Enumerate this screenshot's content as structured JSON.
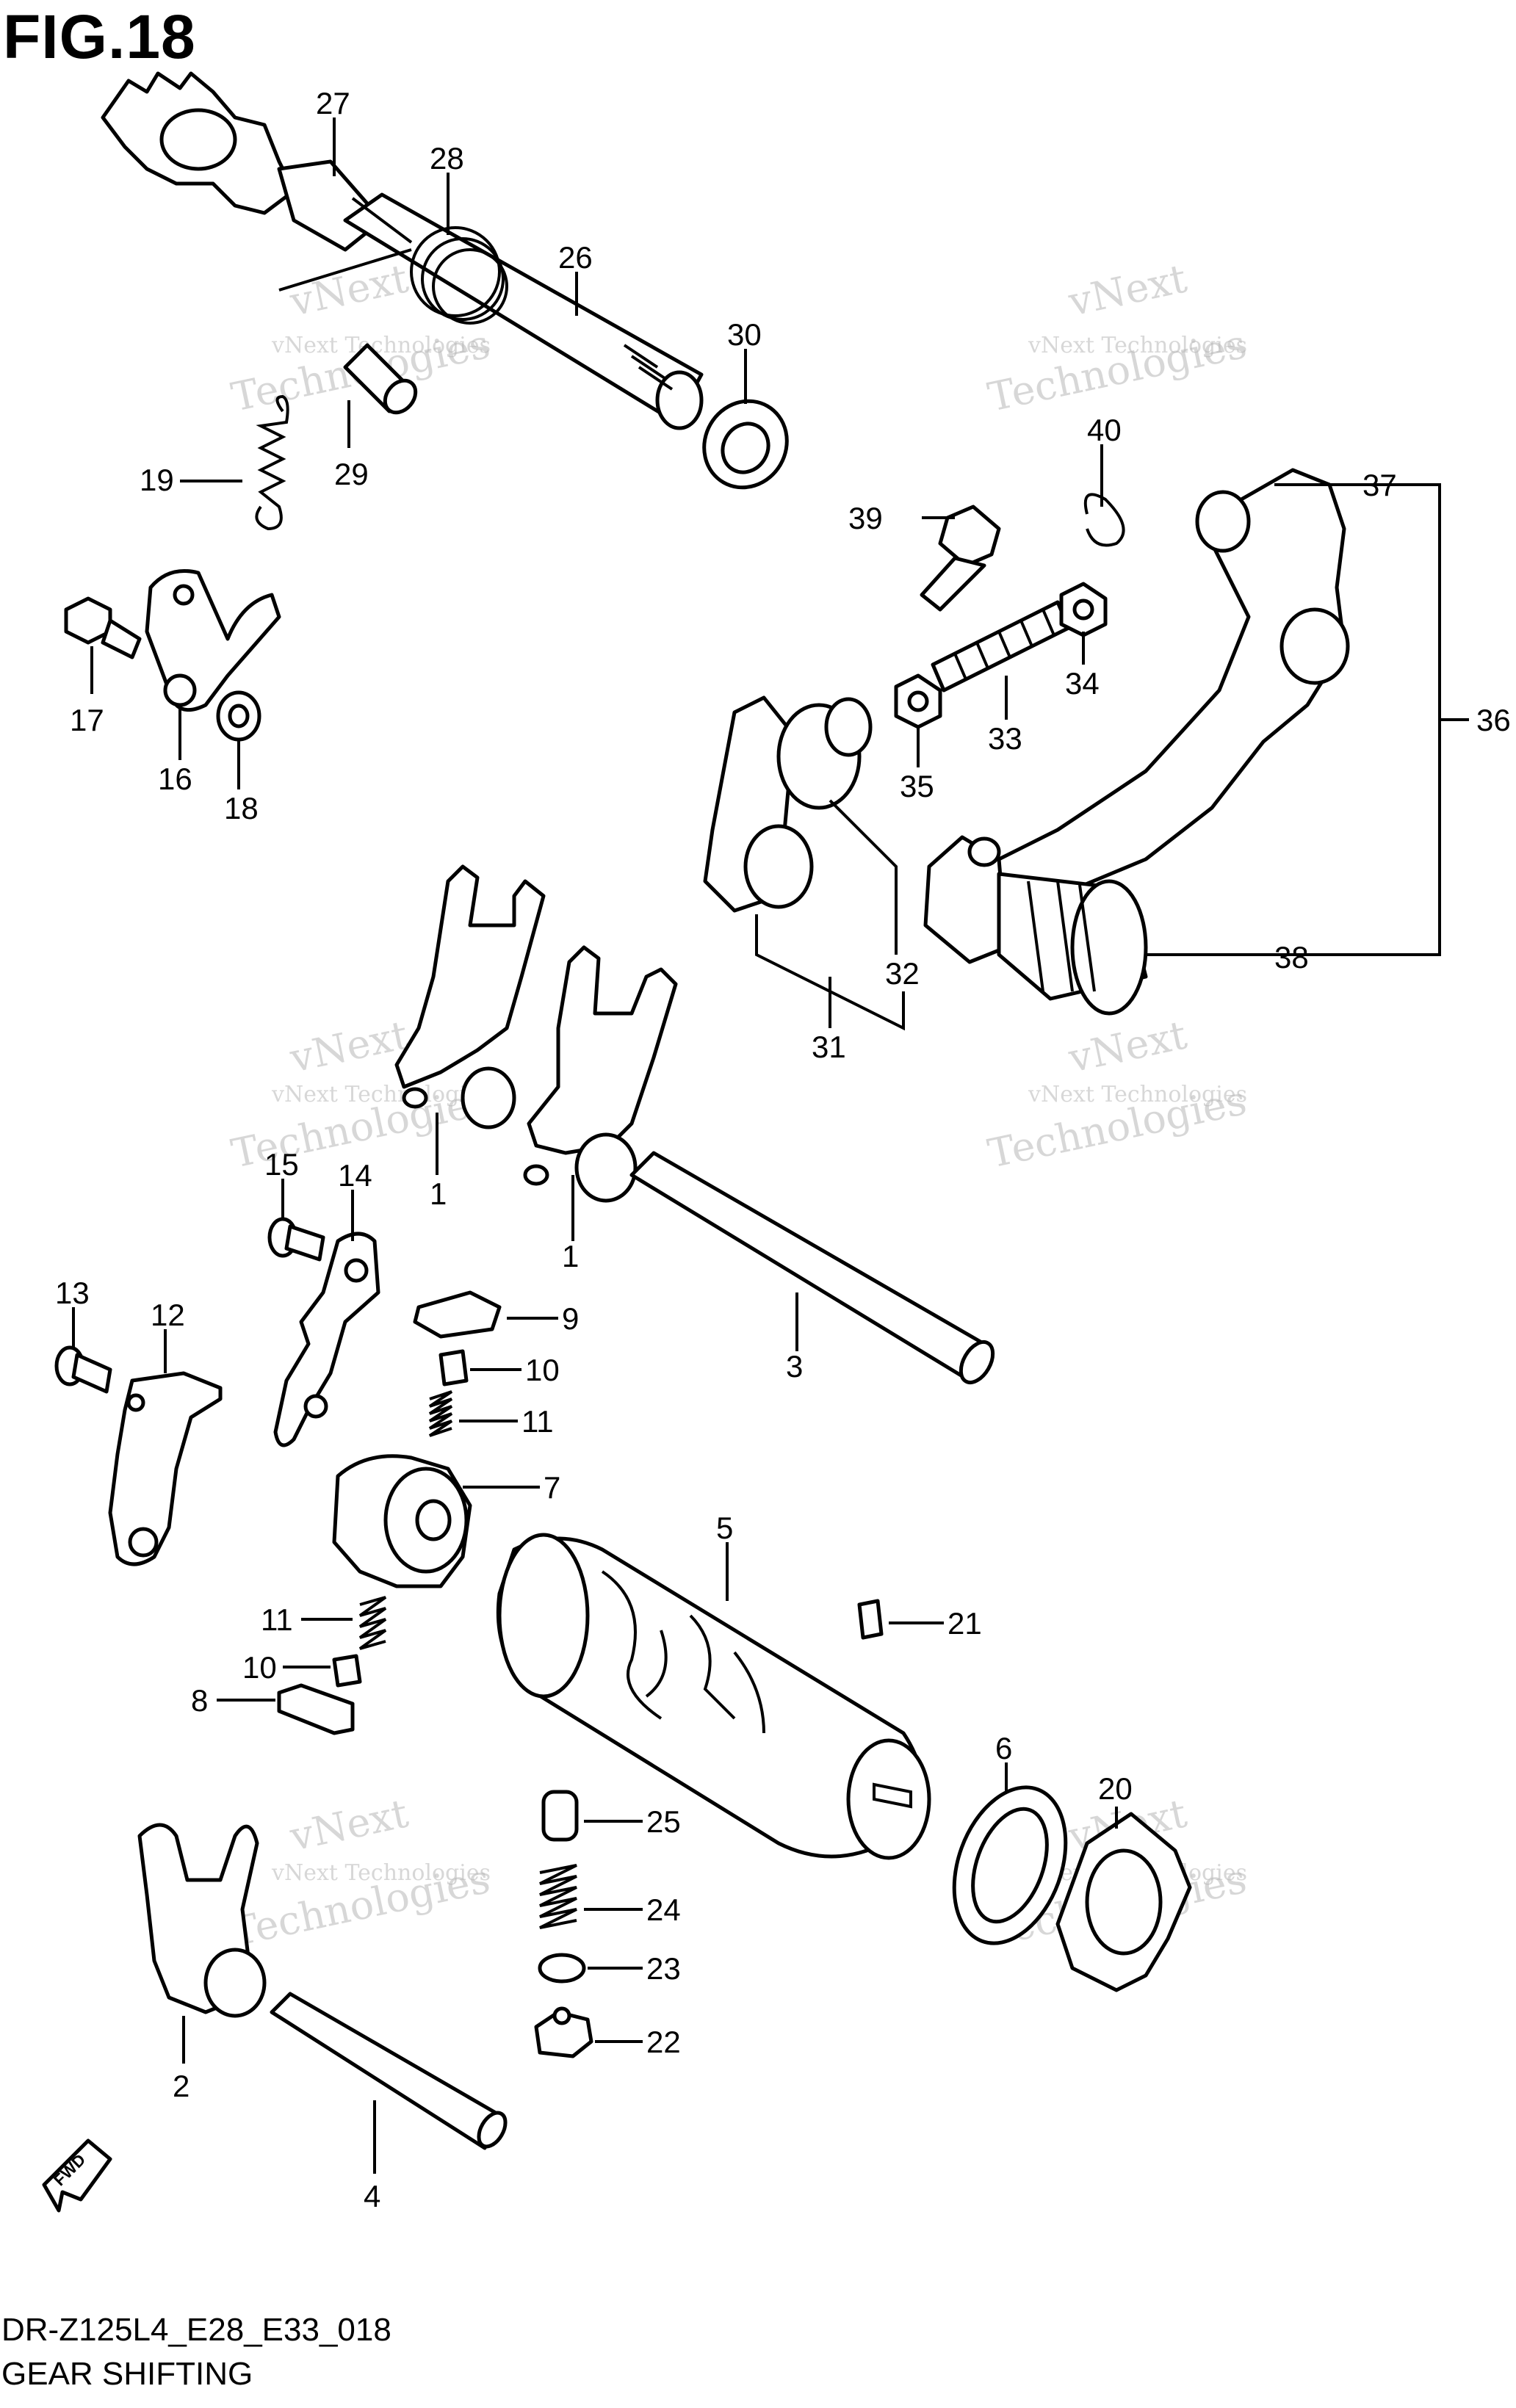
{
  "figure": {
    "title": "FIG.18"
  },
  "callouts": [
    {
      "id": "1a",
      "label": "1"
    },
    {
      "id": "1b",
      "label": "1"
    },
    {
      "id": "2",
      "label": "2"
    },
    {
      "id": "3",
      "label": "3"
    },
    {
      "id": "4",
      "label": "4"
    },
    {
      "id": "5",
      "label": "5"
    },
    {
      "id": "6",
      "label": "6"
    },
    {
      "id": "7",
      "label": "7"
    },
    {
      "id": "8",
      "label": "8"
    },
    {
      "id": "9",
      "label": "9"
    },
    {
      "id": "10a",
      "label": "10"
    },
    {
      "id": "10b",
      "label": "10"
    },
    {
      "id": "11a",
      "label": "11"
    },
    {
      "id": "11b",
      "label": "11"
    },
    {
      "id": "12",
      "label": "12"
    },
    {
      "id": "13",
      "label": "13"
    },
    {
      "id": "14",
      "label": "14"
    },
    {
      "id": "15",
      "label": "15"
    },
    {
      "id": "16",
      "label": "16"
    },
    {
      "id": "17",
      "label": "17"
    },
    {
      "id": "18",
      "label": "18"
    },
    {
      "id": "19",
      "label": "19"
    },
    {
      "id": "20",
      "label": "20"
    },
    {
      "id": "21",
      "label": "21"
    },
    {
      "id": "22",
      "label": "22"
    },
    {
      "id": "23",
      "label": "23"
    },
    {
      "id": "24",
      "label": "24"
    },
    {
      "id": "25",
      "label": "25"
    },
    {
      "id": "26",
      "label": "26"
    },
    {
      "id": "27",
      "label": "27"
    },
    {
      "id": "28",
      "label": "28"
    },
    {
      "id": "29",
      "label": "29"
    },
    {
      "id": "30",
      "label": "30"
    },
    {
      "id": "31",
      "label": "31"
    },
    {
      "id": "32",
      "label": "32"
    },
    {
      "id": "33",
      "label": "33"
    },
    {
      "id": "34",
      "label": "34"
    },
    {
      "id": "35",
      "label": "35"
    },
    {
      "id": "36",
      "label": "36"
    },
    {
      "id": "37",
      "label": "37"
    },
    {
      "id": "38",
      "label": "38"
    },
    {
      "id": "39",
      "label": "39"
    },
    {
      "id": "40",
      "label": "40"
    }
  ],
  "watermark": {
    "line1": "vNext Technologies",
    "line2": "vNext",
    "line3": "Technologies"
  },
  "fwd_badge": "FWD",
  "footer": {
    "code": "DR-Z125L4_E28_E33_018",
    "name": "GEAR SHIFTING"
  }
}
